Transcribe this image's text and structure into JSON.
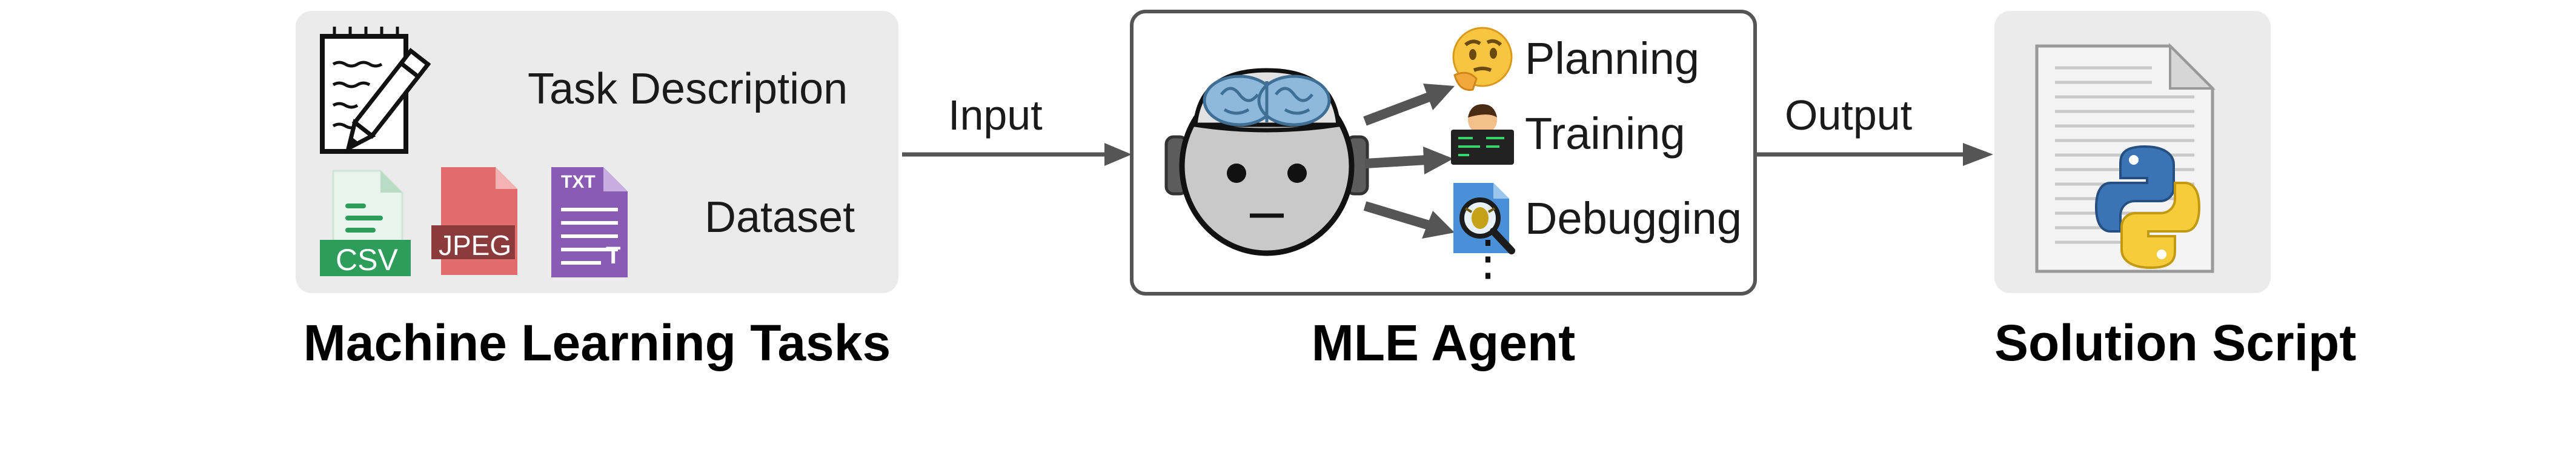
{
  "left": {
    "task_description": "Task Description",
    "dataset": "Dataset",
    "file_badges": {
      "csv": "CSV",
      "jpeg": "JPEG",
      "txt": "TXT",
      "txt_letter": "T"
    },
    "title": "Machine Learning Tasks"
  },
  "arrows": {
    "input": "Input",
    "output": "Output"
  },
  "agent": {
    "title": "MLE Agent",
    "steps": [
      {
        "label": "Planning",
        "icon": "thinking-face-icon"
      },
      {
        "label": "Training",
        "icon": "technologist-icon"
      },
      {
        "label": "Debugging",
        "icon": "debug-search-icon"
      }
    ],
    "more": "⋮"
  },
  "right": {
    "title": "Solution Script"
  },
  "colors": {
    "panel_gray": "#ebebeb",
    "border": "#555555",
    "csv_green": "#2e9d5b",
    "jpeg_red": "#e06c6c",
    "txt_purple": "#8a5bb5",
    "python_blue": "#3b74b4",
    "python_yellow": "#f5cd3a"
  }
}
